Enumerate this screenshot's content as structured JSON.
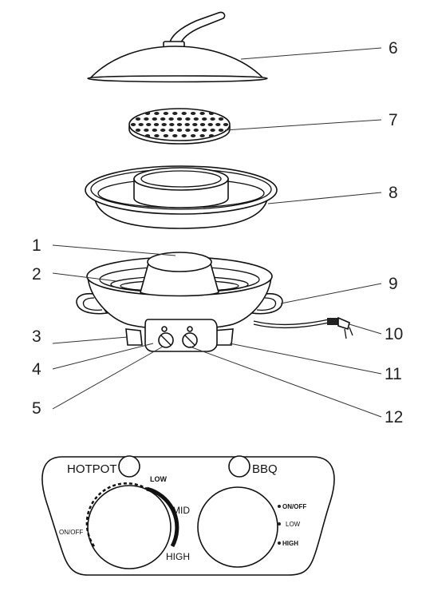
{
  "callouts": {
    "c1": "1",
    "c2": "2",
    "c3": "3",
    "c4": "4",
    "c5": "5",
    "c6": "6",
    "c7": "7",
    "c8": "8",
    "c9": "9",
    "c10": "10",
    "c11": "11",
    "c12": "12"
  },
  "control_panel": {
    "hotpot_label": "HOTPOT",
    "bbq_label": "BBQ",
    "hotpot_dial": {
      "off": "ON/OFF",
      "low": "LOW",
      "mid": "MID",
      "high": "HIGH"
    },
    "bbq_dial": {
      "off": "ON/OFF",
      "low": "LOW",
      "high": "HIGH"
    }
  }
}
